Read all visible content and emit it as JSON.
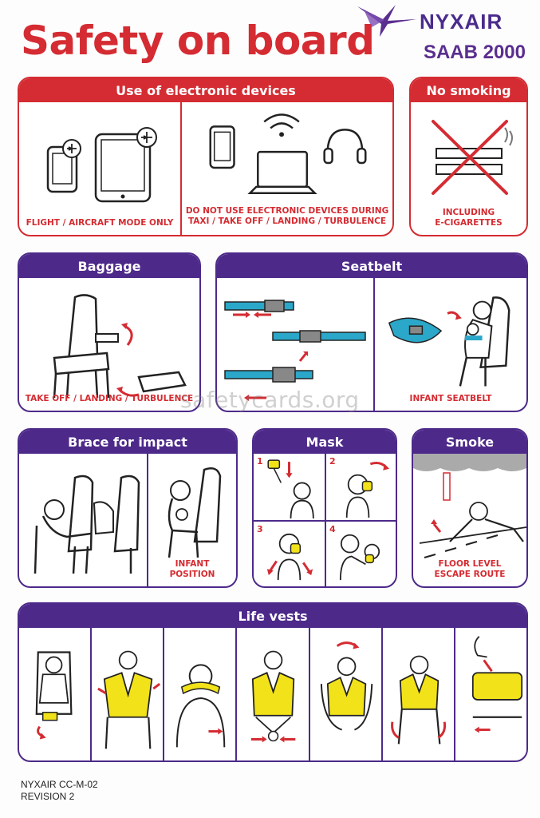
{
  "header": {
    "title": "Safety on board",
    "brand_name": "NYXAIR",
    "aircraft_model": "SAAB 2000",
    "logo_icon": "nyxair-star-logo"
  },
  "colors": {
    "red_accent": "#d42c32",
    "purple_accent": "#4d2a8a",
    "lifevest_yellow": "#f2e21a",
    "seatbelt_blue": "#2aa7c9"
  },
  "panels": {
    "electronic_devices": {
      "title": "Use of electronic devices",
      "caption_flight_mode": "FLIGHT / AIRCRAFT MODE ONLY",
      "caption_no_use_1": "DO NOT USE ELECTRONIC DEVICES DURING",
      "caption_no_use_2": "TAXI / TAKE OFF / LANDING / TURBULENCE"
    },
    "no_smoking": {
      "title": "No smoking",
      "caption_1": "INCLUDING",
      "caption_2": "E-CIGARETTES"
    },
    "baggage": {
      "title": "Baggage",
      "caption": "TAKE OFF / LANDING / TURBULENCE"
    },
    "seatbelt": {
      "title": "Seatbelt",
      "caption_infant": "INFANT SEATBELT"
    },
    "brace": {
      "title": "Brace for impact",
      "caption_infant_1": "INFANT",
      "caption_infant_2": "POSITION"
    },
    "mask": {
      "title": "Mask",
      "steps": [
        "1",
        "2",
        "3",
        "4"
      ]
    },
    "smoke": {
      "title": "Smoke",
      "caption_1": "FLOOR LEVEL",
      "caption_2": "ESCAPE ROUTE"
    },
    "life_vests": {
      "title": "Life vests"
    }
  },
  "watermark": "safetycards.org",
  "footer": {
    "line1": "NYXAIR CC-M-02",
    "line2": "REVISION 2"
  }
}
